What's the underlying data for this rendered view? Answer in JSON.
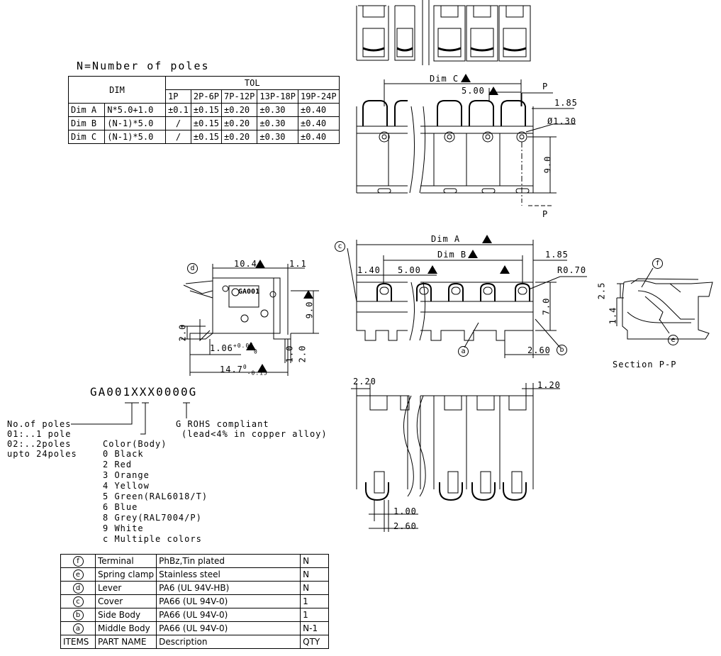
{
  "header_note": "N=Number of poles",
  "dim_table": {
    "col_dim": "DIM",
    "col_tol": "TOL",
    "tol_cols": [
      "1P",
      "2P-6P",
      "7P-12P",
      "13P-18P",
      "19P-24P"
    ],
    "rows": [
      {
        "name": "Dim A",
        "formula": "N*5.0+1.0",
        "tols": [
          "±0.1",
          "±0.15",
          "±0.20",
          "±0.30",
          "±0.40"
        ]
      },
      {
        "name": "Dim B",
        "formula": "(N-1)*5.0",
        "tols": [
          "/",
          "±0.15",
          "±0.20",
          "±0.30",
          "±0.40"
        ]
      },
      {
        "name": "Dim C",
        "formula": "(N-1)*5.0",
        "tols": [
          "/",
          "±0.15",
          "±0.20",
          "±0.30",
          "±0.40"
        ]
      }
    ]
  },
  "dims": {
    "dim_c": "Dim C",
    "pitch": "5.00",
    "p": "P",
    "d185": "1.85",
    "hole": "Ø1.30",
    "h90": "9.0",
    "dim_a": "Dim A",
    "dim_b": "Dim B",
    "d140": "1.40",
    "r070": "R0.70",
    "h70": "7.0",
    "d260": "2.60",
    "d104": "10.4",
    "d11": "1.1",
    "d20": "2.0",
    "d106": "1.06",
    "d106_tol_up": "+0.05",
    "d106_tol_dn": "0",
    "d10": "1.0",
    "d147": "14.7",
    "d147_tol_up": "0",
    "d147_tol_dn": "-0.15",
    "d25": "2.5",
    "d14": "1.4",
    "d220": "2.20",
    "d120": "1.20",
    "d100": "1.00",
    "body_mark": "GA001"
  },
  "labels": {
    "a": "a",
    "b": "b",
    "c": "c",
    "d": "d",
    "e": "e",
    "f": "f",
    "section": "Section P-P"
  },
  "part_code": {
    "code": "GA001XXX0000G",
    "poles_title": "No.of poles",
    "poles_lines": [
      "01:..1 pole",
      "02:..2poles",
      "upto 24poles"
    ],
    "g_line1": "G ROHS compliant",
    "g_line2": "(lead<4% in copper alloy)",
    "color_title": "Color(Body)",
    "colors": [
      "0 Black",
      "2 Red",
      "3 Orange",
      "4 Yellow",
      "5 Green(RAL6018/T)",
      "6 Blue",
      "8 Grey(RAL7004/P)",
      "9 White",
      "c Multiple colors"
    ]
  },
  "bom": {
    "rows": [
      {
        "item": "f",
        "part": "Terminal",
        "desc": "PhBz,Tin plated",
        "qty": "N"
      },
      {
        "item": "e",
        "part": "Spring clamp",
        "desc": "Stainless steel",
        "qty": "N"
      },
      {
        "item": "d",
        "part": "Lever",
        "desc": "PA6 (UL 94V-HB)",
        "qty": "N"
      },
      {
        "item": "c",
        "part": "Cover",
        "desc": "PA66 (UL 94V-0)",
        "qty": "1"
      },
      {
        "item": "b",
        "part": "Side Body",
        "desc": "PA66 (UL 94V-0)",
        "qty": "1"
      },
      {
        "item": "a",
        "part": "Middle Body",
        "desc": "PA66 (UL 94V-0)",
        "qty": "N-1"
      }
    ],
    "header": {
      "item": "ITEMS",
      "part": "PART NAME",
      "desc": "Description",
      "qty": "QTY"
    }
  }
}
